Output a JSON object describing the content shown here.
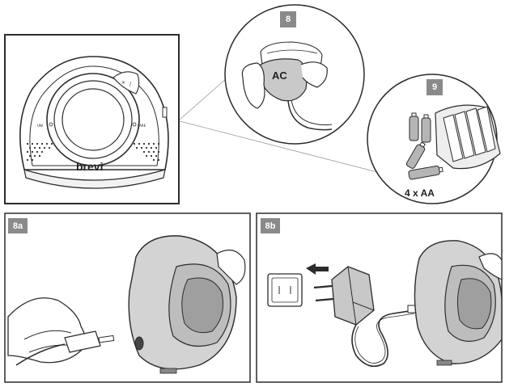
{
  "steps": {
    "step8": "8",
    "step9": "9",
    "step8a": "8a",
    "step8b": "8b"
  },
  "labels": {
    "ac": "AC",
    "batteries": "4 x AA",
    "brand": "brevi",
    "side_left": "UNI",
    "side_right": "PARE"
  },
  "colors": {
    "stroke": "#2b2b2b",
    "badge": "#8a8a8a",
    "device_gray": "#cfcfcf",
    "dark_gray": "#8f8f8f"
  }
}
